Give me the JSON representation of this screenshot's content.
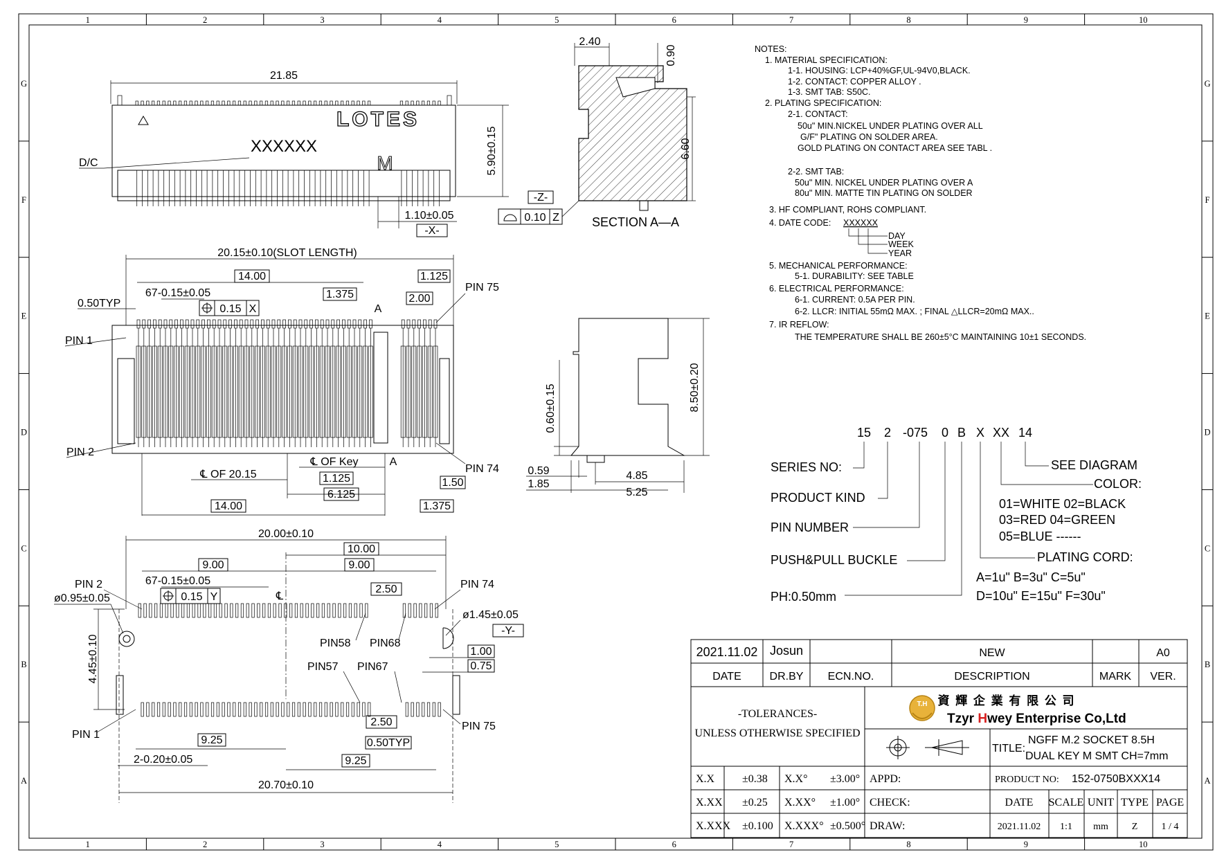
{
  "border": {
    "cols": [
      "1",
      "2",
      "3",
      "4",
      "5",
      "6",
      "7",
      "8",
      "9",
      "10"
    ],
    "rows": [
      "G",
      "F",
      "E",
      "D",
      "C",
      "B",
      "A"
    ]
  },
  "top_view": {
    "width_dim": "21.85",
    "height_dim": "5.90±0.15",
    "brand": "LOTES",
    "date_code": "XXXXXX",
    "key_mark": "M",
    "dc_label": "D/C",
    "key_dim": "1.10±0.05",
    "datum": "-X-"
  },
  "section": {
    "title": "SECTION A—A",
    "dim_top": "2.40",
    "dim_090": "0.90",
    "dim_height": "6.60",
    "datum_z": "-Z-",
    "flatness_value": "0.10",
    "flatness_ref": "Z"
  },
  "notes": {
    "lines": [
      "NOTES:",
      "1. MATERIAL SPECIFICATION:",
      "1-1. HOUSING: LCP+40%GF,UL-94V0,BLACK.",
      "1-2. CONTACT: COPPER ALLOY .",
      "1-3. SMT TAB: S50C.",
      "2. PLATING SPECIFICATION:",
      "2-1. CONTACT:",
      "50u\" MIN.NICKEL UNDER PLATING OVER ALL",
      "G/F\" PLATING ON SOLDER AREA.",
      "GOLD PLATING ON CONTACT AREA SEE TABL .",
      "2-2. SMT TAB:",
      "50u\" MIN. NICKEL UNDER PLATING OVER A",
      "80u\" MIN. MATTE TIN PLATING ON SOLDER",
      "3. HF COMPLIANT, ROHS COMPLIANT.",
      "4. DATE CODE:",
      "5. MECHANICAL PERFORMANCE:",
      "5-1. DURABILITY: SEE TABLE",
      "6. ELECTRICAL PERFORMANCE:",
      "6-1. CURRENT: 0.5A PER PIN.",
      "6-2. LLCR: INITIAL 55mΩ MAX. ; FINAL △LLCR=20mΩ MAX..",
      "7. IR REFLOW:",
      "THE TEMPERATURE SHALL BE 260±5°C MAINTAINING 10±1 SECONDS."
    ],
    "date_code_value": "XXXXXX",
    "date_code_parts": [
      "DAY",
      "WEEK",
      "YEAR"
    ]
  },
  "front_view": {
    "slot_length": "20.15±0.10(SLOT LENGTH)",
    "d1400": "14.00",
    "d1125": "1.125",
    "d1375": "1.375",
    "d200": "2.00",
    "pitch_typ": "0.50TYP",
    "pin_count_tol": "67-0.15±0.05",
    "pos_tol": "0.15",
    "pos_ref": "X",
    "pin1": "PIN 1",
    "pin2": "PIN 2",
    "pin75": "PIN 75",
    "pin74": "PIN 74",
    "section_a": "A",
    "cl_2015": "℄ OF 20.15",
    "cl_key": "℄ OF Key",
    "d1125b": "1.125",
    "d6125": "6.125",
    "d1400b": "14.00",
    "d150": "1.50",
    "d1375b": "1.375"
  },
  "side_view": {
    "h850": "8.50±0.20",
    "h060": "0.60±0.15",
    "d059": "0.59",
    "d185": "1.85",
    "d485": "4.85",
    "d525": "5.25"
  },
  "part_number": {
    "segments": [
      "15",
      "2",
      "-075",
      "0",
      "B",
      "X",
      "XX",
      "14"
    ],
    "series": "SERIES NO:",
    "product_kind": "PRODUCT KIND",
    "pin_number": "PIN NUMBER",
    "push_pull": "PUSH&PULL BUCKLE",
    "ph": "PH:0.50mm",
    "see_diagram": "SEE DIAGRAM",
    "color": "COLOR:",
    "colors1": "01=WHITE 02=BLACK",
    "colors2": "03=RED   04=GREEN",
    "colors3": "05=BLUE  ------",
    "plating": "PLATING CORD:",
    "plat1": "A=1u\"  B=3u\"  C=5u\"",
    "plat2": "D=10u\" E=15u\" F=30u\""
  },
  "footprint": {
    "w2000": "20.00±0.10",
    "d1000": "10.00",
    "d900a": "9.00",
    "d900b": "9.00",
    "pin_count_tol": "67-0.15±0.05",
    "pos_tol": "0.15",
    "pos_ref": "Y",
    "cl": "℄",
    "d250a": "2.50",
    "pin2": "PIN 2",
    "hole095": "ø0.95±0.05",
    "pin74": "PIN 74",
    "hole145": "ø1.45±0.05",
    "datum_y": "-Y-",
    "pin58": "PIN58",
    "pin68": "PIN68",
    "d100": "1.00",
    "d075": "0.75",
    "pin57": "PIN57",
    "pin67": "PIN67",
    "h445": "4.45±0.10",
    "pin1": "PIN 1",
    "pin75": "PIN 75",
    "d250b": "2.50",
    "d925a": "9.25",
    "pitch_typ": "0.50TYP",
    "pad_tol": "2-0.20±0.05",
    "d925b": "9.25",
    "w2070": "20.70±0.10"
  },
  "title_block": {
    "rev_date": "2021.11.02",
    "rev_by": "Josun",
    "rev_desc": "NEW",
    "rev_ver": "A0",
    "h_date": "DATE",
    "h_drby": "DR.BY",
    "h_ecn": "ECN.NO.",
    "h_desc": "DESCRIPTION",
    "h_mark": "MARK",
    "h_ver": "VER.",
    "tolerances": "-TOLERANCES-",
    "unless": "UNLESS OTHERWISE SPECIFIED",
    "company_cn": "資 輝 企 業 有 限 公 司",
    "company_en_1": "Tzyr ",
    "company_en_2": "H",
    "company_en_3": "wey Enterprise Co,Ltd",
    "logo_text": "T.H",
    "title_label": "TITLE:",
    "title_1": "NGFF M.2 SOCKET 8.5H",
    "title_2": "DUAL KEY M SMT CH=7mm",
    "product_no_label": "PRODUCT NO:",
    "product_no": "152-0750BXXX14",
    "appd": "APPD:",
    "check": "CHECK:",
    "draw": "DRAW:",
    "tol_rows": [
      [
        "X.X",
        "±0.38",
        "X.X°",
        "±3.00°"
      ],
      [
        "X.XX",
        "±0.25",
        "X.XX°",
        "±1.00°"
      ],
      [
        "X.XXX",
        "±0.100",
        "X.XXX°",
        "±0.500°"
      ]
    ],
    "col_date": "DATE",
    "col_scale": "SCALE",
    "col_unit": "UNIT",
    "col_type": "TYPE",
    "col_page": "PAGE",
    "val_date": "2021.11.02",
    "val_scale": "1:1",
    "val_unit": "mm",
    "val_type": "Z",
    "val_page": "1 / 4"
  }
}
